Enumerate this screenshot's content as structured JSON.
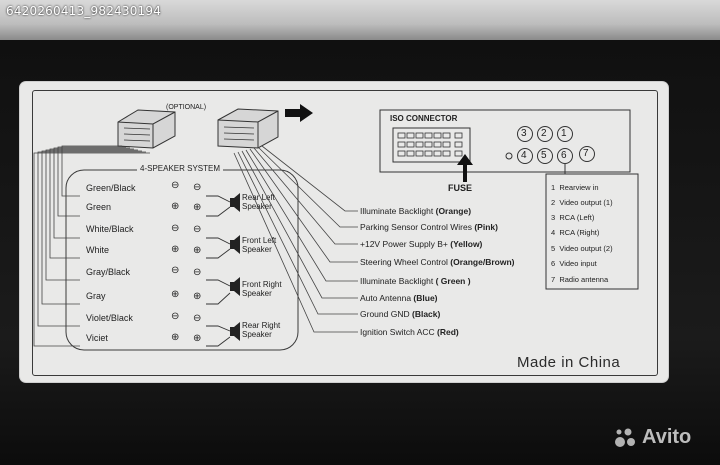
{
  "photo_tag": "6420260413_982430194",
  "optional_label": "(OPTIONAL)",
  "speaker_system": {
    "title": "4-SPEAKER SYSTEM",
    "wires": [
      {
        "color": "Green/Black",
        "sign": "⊖"
      },
      {
        "color": "Green",
        "sign": "⊕"
      },
      {
        "color": "White/Black",
        "sign": "⊖"
      },
      {
        "color": "White",
        "sign": "⊕"
      },
      {
        "color": "Gray/Black",
        "sign": "⊖"
      },
      {
        "color": "Gray",
        "sign": "⊕"
      },
      {
        "color": "Violet/Black",
        "sign": "⊖"
      },
      {
        "color": "Viciet",
        "sign": "⊕"
      }
    ],
    "speakers": [
      {
        "line1": "Rear Left",
        "line2": "Speaker"
      },
      {
        "line1": "Front Left",
        "line2": "Speaker"
      },
      {
        "line1": "Front Right",
        "line2": "Speaker"
      },
      {
        "line1": "Rear Right",
        "line2": "Speaker"
      }
    ]
  },
  "connections": [
    {
      "label": "Illuminate Backlight",
      "color": "(Orange)"
    },
    {
      "label": "Parking Sensor Control Wires",
      "color": "(Pink)"
    },
    {
      "label": "+12V Power Supply B+",
      "color": "(Yellow)"
    },
    {
      "label": "Steering Wheel Control",
      "color": "(Orange/Brown)"
    },
    {
      "label": "Illuminate Backlight",
      "color": "( Green )"
    },
    {
      "label": "Auto Antenna",
      "color": "(Blue)"
    },
    {
      "label": "Ground GND",
      "color": "(Black)"
    },
    {
      "label": "Ignition Switch ACC",
      "color": "(Red)"
    }
  ],
  "iso": {
    "title": "ISO CONNECTOR",
    "fuse": "FUSE",
    "rca_top": [
      "3",
      "2",
      "1"
    ],
    "rca_bottom": [
      "4",
      "5",
      "6",
      "7"
    ]
  },
  "rca_legend": [
    "1  Rearview in",
    "2  Video output (1)",
    "3  RCA (Left)",
    "4  RCA (Right)",
    "5  Video output (2)",
    "6  Video input",
    "7  Radio antenna"
  ],
  "made_in": "Made in China",
  "watermark": "Avito"
}
